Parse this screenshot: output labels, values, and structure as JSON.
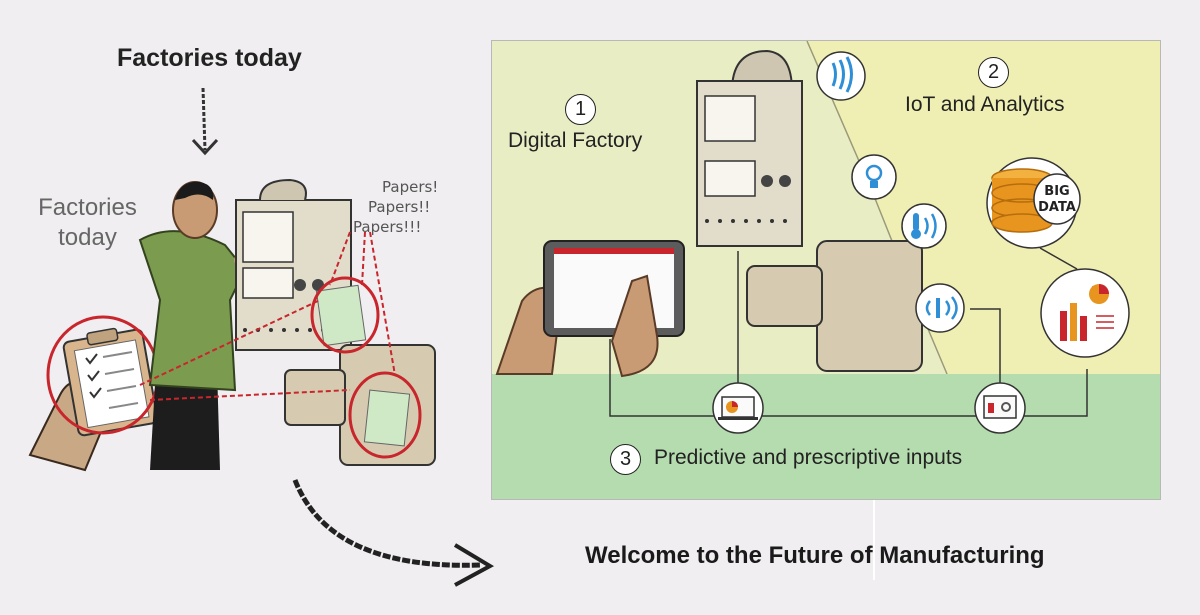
{
  "left": {
    "header": "Factories today",
    "label": "Factories today",
    "papers": [
      "Papers!",
      "Papers!!",
      "Papers!!!"
    ]
  },
  "panel": {
    "steps": [
      {
        "number": "1",
        "label": "Digital Factory"
      },
      {
        "number": "2",
        "label": "IoT and Analytics"
      },
      {
        "number": "3",
        "label": "Predictive and prescriptive inputs"
      }
    ],
    "bigdata_label": [
      "BIG",
      "DATA"
    ]
  },
  "footer": {
    "welcome": "Welcome to the Future of Manufacturing"
  },
  "colors": {
    "panel_yellow": "#e9edc4",
    "panel_iot": "#efefb4",
    "panel_green": "#b5dcae",
    "accent_blue": "#2e8fd6",
    "accent_red": "#c8262c",
    "big_data_orange": "#e8951f"
  }
}
